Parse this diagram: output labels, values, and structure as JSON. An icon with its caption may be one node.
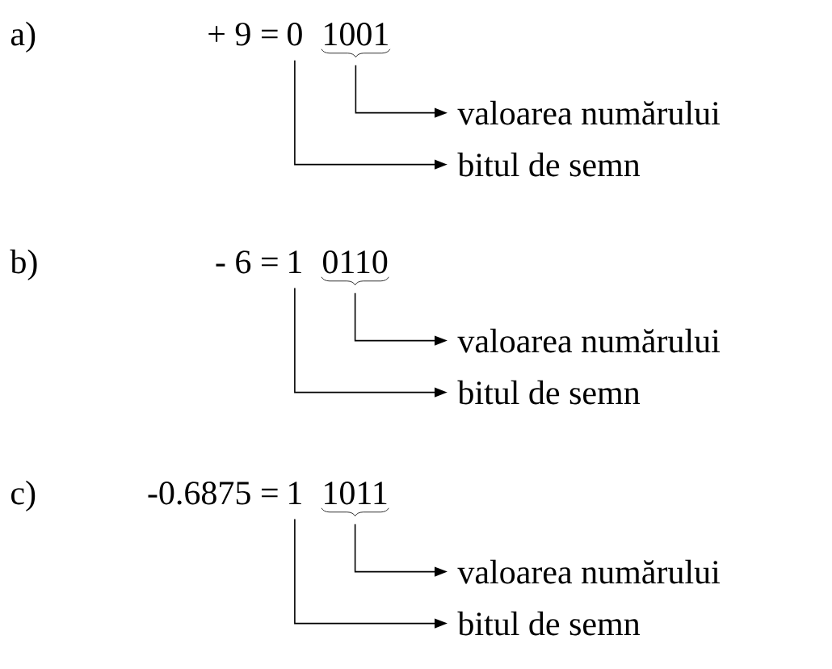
{
  "diagram": {
    "nodes": [
      {
        "text": [
          "0"
        ]
      },
      {
        "text": [
          "1001"
        ]
      },
      {
        "text": [
          "valoarea numărului"
        ]
      },
      {
        "text": [
          "bitul de semn"
        ]
      },
      {
        "text": [
          "1"
        ]
      },
      {
        "text": [
          "0110"
        ]
      },
      {
        "text": [
          "valoarea numărului"
        ]
      },
      {
        "text": [
          "bitul de semn"
        ]
      },
      {
        "text": [
          "1"
        ]
      },
      {
        "text": [
          "1011"
        ]
      },
      {
        "text": [
          "valoarea numărului"
        ]
      },
      {
        "text": [
          "bitul de semn"
        ]
      }
    ],
    "edges": [
      {
        "from": 1,
        "to": 2,
        "arrow": "to"
      },
      {
        "from": 0,
        "to": 3,
        "arrow": "to"
      },
      {
        "from": 5,
        "to": 6,
        "arrow": "to"
      },
      {
        "from": 4,
        "to": 7,
        "arrow": "to"
      },
      {
        "from": 9,
        "to": 10,
        "arrow": "to"
      },
      {
        "from": 8,
        "to": 11,
        "arrow": "to"
      }
    ],
    "labels": [
      "a)",
      "+ 9 =",
      "b)",
      "- 6 =",
      "c)",
      "-0.6875 ="
    ]
  }
}
